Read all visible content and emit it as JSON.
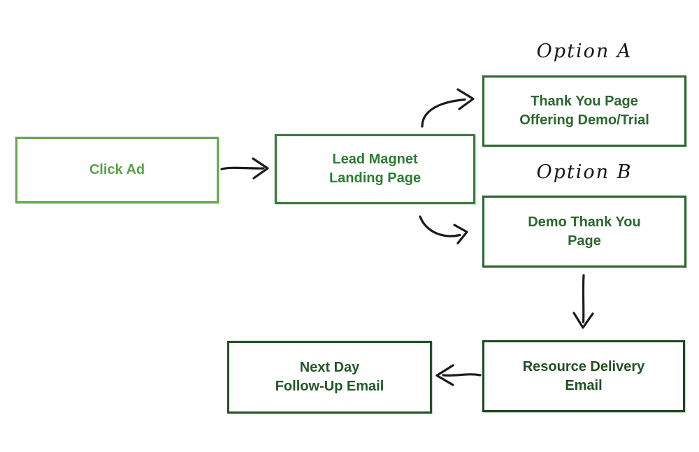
{
  "diagram": {
    "type": "flowchart",
    "background": "#ffffff",
    "nodes": [
      {
        "id": "click-ad",
        "label": "Click Ad"
      },
      {
        "id": "lead-magnet-landing-page",
        "label": "Lead Magnet\nLanding Page"
      },
      {
        "id": "thank-you-page-offering-demo-trial",
        "label": "Thank You Page\nOffering Demo/Trial"
      },
      {
        "id": "demo-thank-you-page",
        "label": "Demo Thank You\nPage"
      },
      {
        "id": "resource-delivery-email",
        "label": "Resource Delivery\nEmail"
      },
      {
        "id": "next-day-follow-up-email",
        "label": "Next Day\nFollow-Up Email"
      }
    ],
    "annotations": [
      {
        "id": "option-a",
        "text": "Option A"
      },
      {
        "id": "option-b",
        "text": "Option B"
      }
    ],
    "edges": [
      {
        "from": "click-ad",
        "to": "lead-magnet-landing-page",
        "direction": "right",
        "shape": "straight"
      },
      {
        "from": "lead-magnet-landing-page",
        "to": "thank-you-page-offering-demo-trial",
        "direction": "up-right",
        "shape": "curved"
      },
      {
        "from": "lead-magnet-landing-page",
        "to": "demo-thank-you-page",
        "direction": "down-right",
        "shape": "curved"
      },
      {
        "from": "demo-thank-you-page",
        "to": "resource-delivery-email",
        "direction": "down",
        "shape": "straight"
      },
      {
        "from": "resource-delivery-email",
        "to": "next-day-follow-up-email",
        "direction": "left",
        "shape": "straight"
      }
    ],
    "colors": {
      "click_ad_text": "#57a347",
      "click_ad_border": "#68aa4e",
      "landing_text": "#2e7d32",
      "landing_border": "#3b7d3c",
      "option_box_text": "#2b672e",
      "resource_text": "#1f4f23",
      "dark_border": "#1d481f",
      "arrow_black": "#1b1b1b",
      "annotation_black": "#151515",
      "background": "#ffffff"
    }
  }
}
